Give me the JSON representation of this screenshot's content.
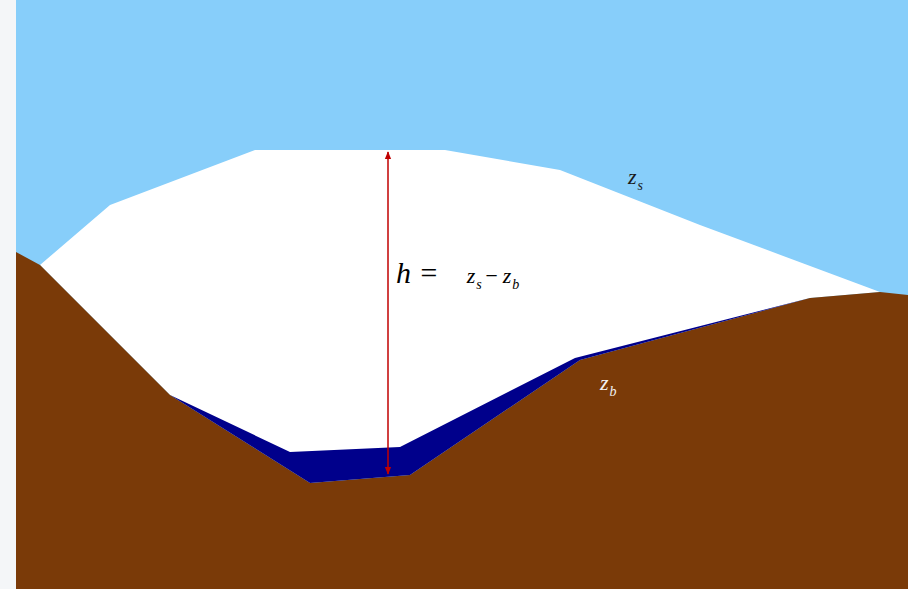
{
  "diagram": {
    "labels": [
      "h =",
      "z",
      "s",
      "−",
      "z",
      "b",
      "z",
      "s",
      "z",
      "b"
    ]
  }
}
